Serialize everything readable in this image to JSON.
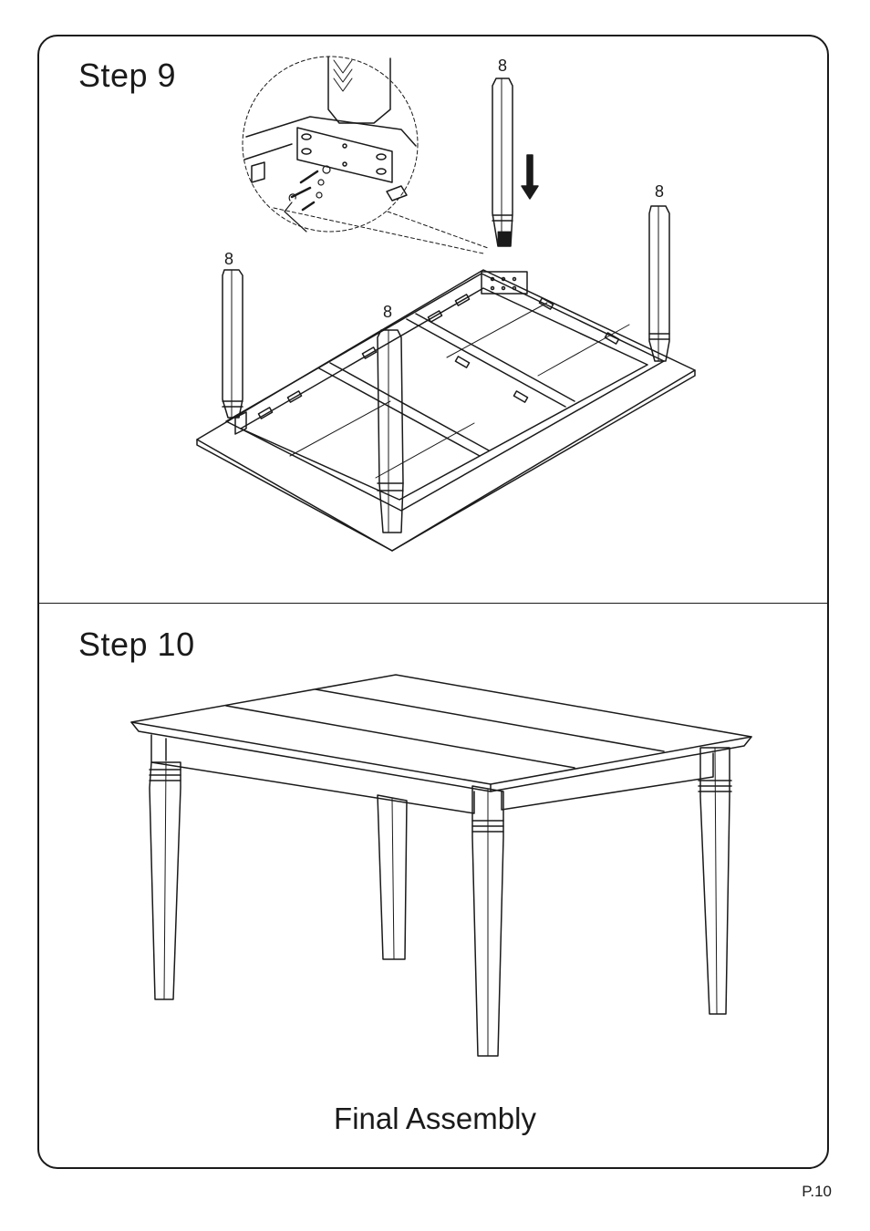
{
  "steps": [
    {
      "title": "Step  9",
      "leg_labels": [
        "8",
        "8",
        "8",
        "8"
      ]
    },
    {
      "title": "Step  10",
      "caption": "Final Assembly"
    }
  ],
  "page_number": "P.10",
  "colors": {
    "line": "#1a1a1a",
    "background": "#ffffff"
  }
}
